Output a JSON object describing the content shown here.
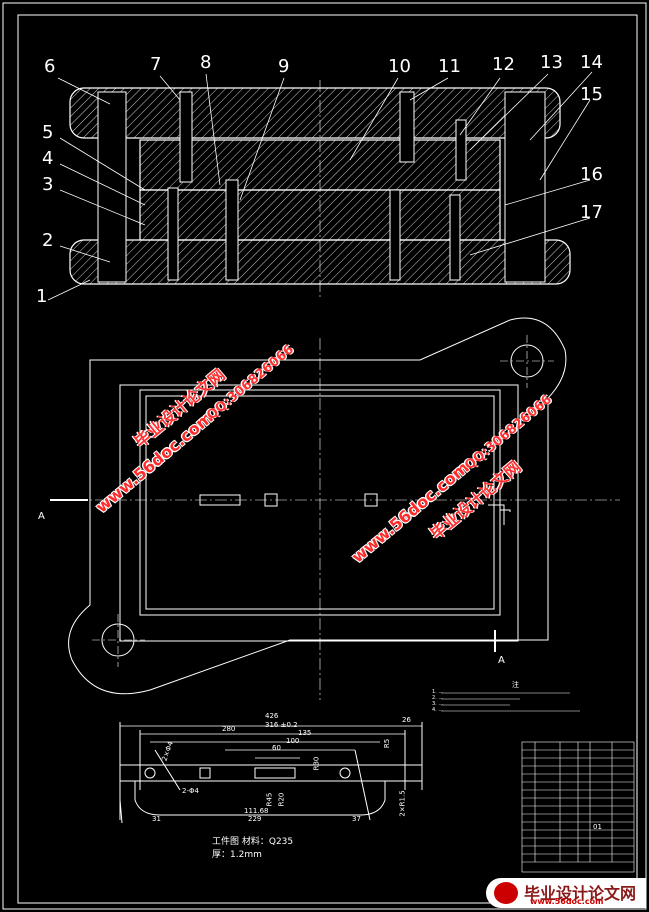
{
  "part_numbers": [
    "1",
    "2",
    "3",
    "4",
    "5",
    "6",
    "7",
    "8",
    "9",
    "10",
    "11",
    "12",
    "13",
    "14",
    "15",
    "16",
    "17"
  ],
  "section_mark": "A",
  "view_label_a_left": "A",
  "view_label_a_right": "A",
  "dims": {
    "overall": "426",
    "d316": "316 ±0.2",
    "d280": "280",
    "d135": "135",
    "d100": "100",
    "d60": "60",
    "d26": "26",
    "d2x4": "2×Φ4",
    "d2phi4": "2-Φ4",
    "r5": "R5",
    "r30": "R30",
    "r20": "R20",
    "r45": "R45",
    "d111": "111.68",
    "d229": "229",
    "d31": "31",
    "d37": "37",
    "d2r": "2×R1.5",
    "r": "R"
  },
  "workpiece_caption": "工件图  材料：Q235",
  "thickness_caption": "厚：1.2mm",
  "notes_title": "注",
  "notes": [
    "1.  ...",
    "2.  ...",
    "3.  ...",
    "4.  ..."
  ],
  "sheet_no": "01",
  "watermarks": {
    "site1": "www.56doc.com",
    "site_name": "毕业设计论文网",
    "qq": "QQ:306826066"
  },
  "logo": {
    "main": "毕业设计论文网",
    "sub": "www.56doc.com"
  }
}
